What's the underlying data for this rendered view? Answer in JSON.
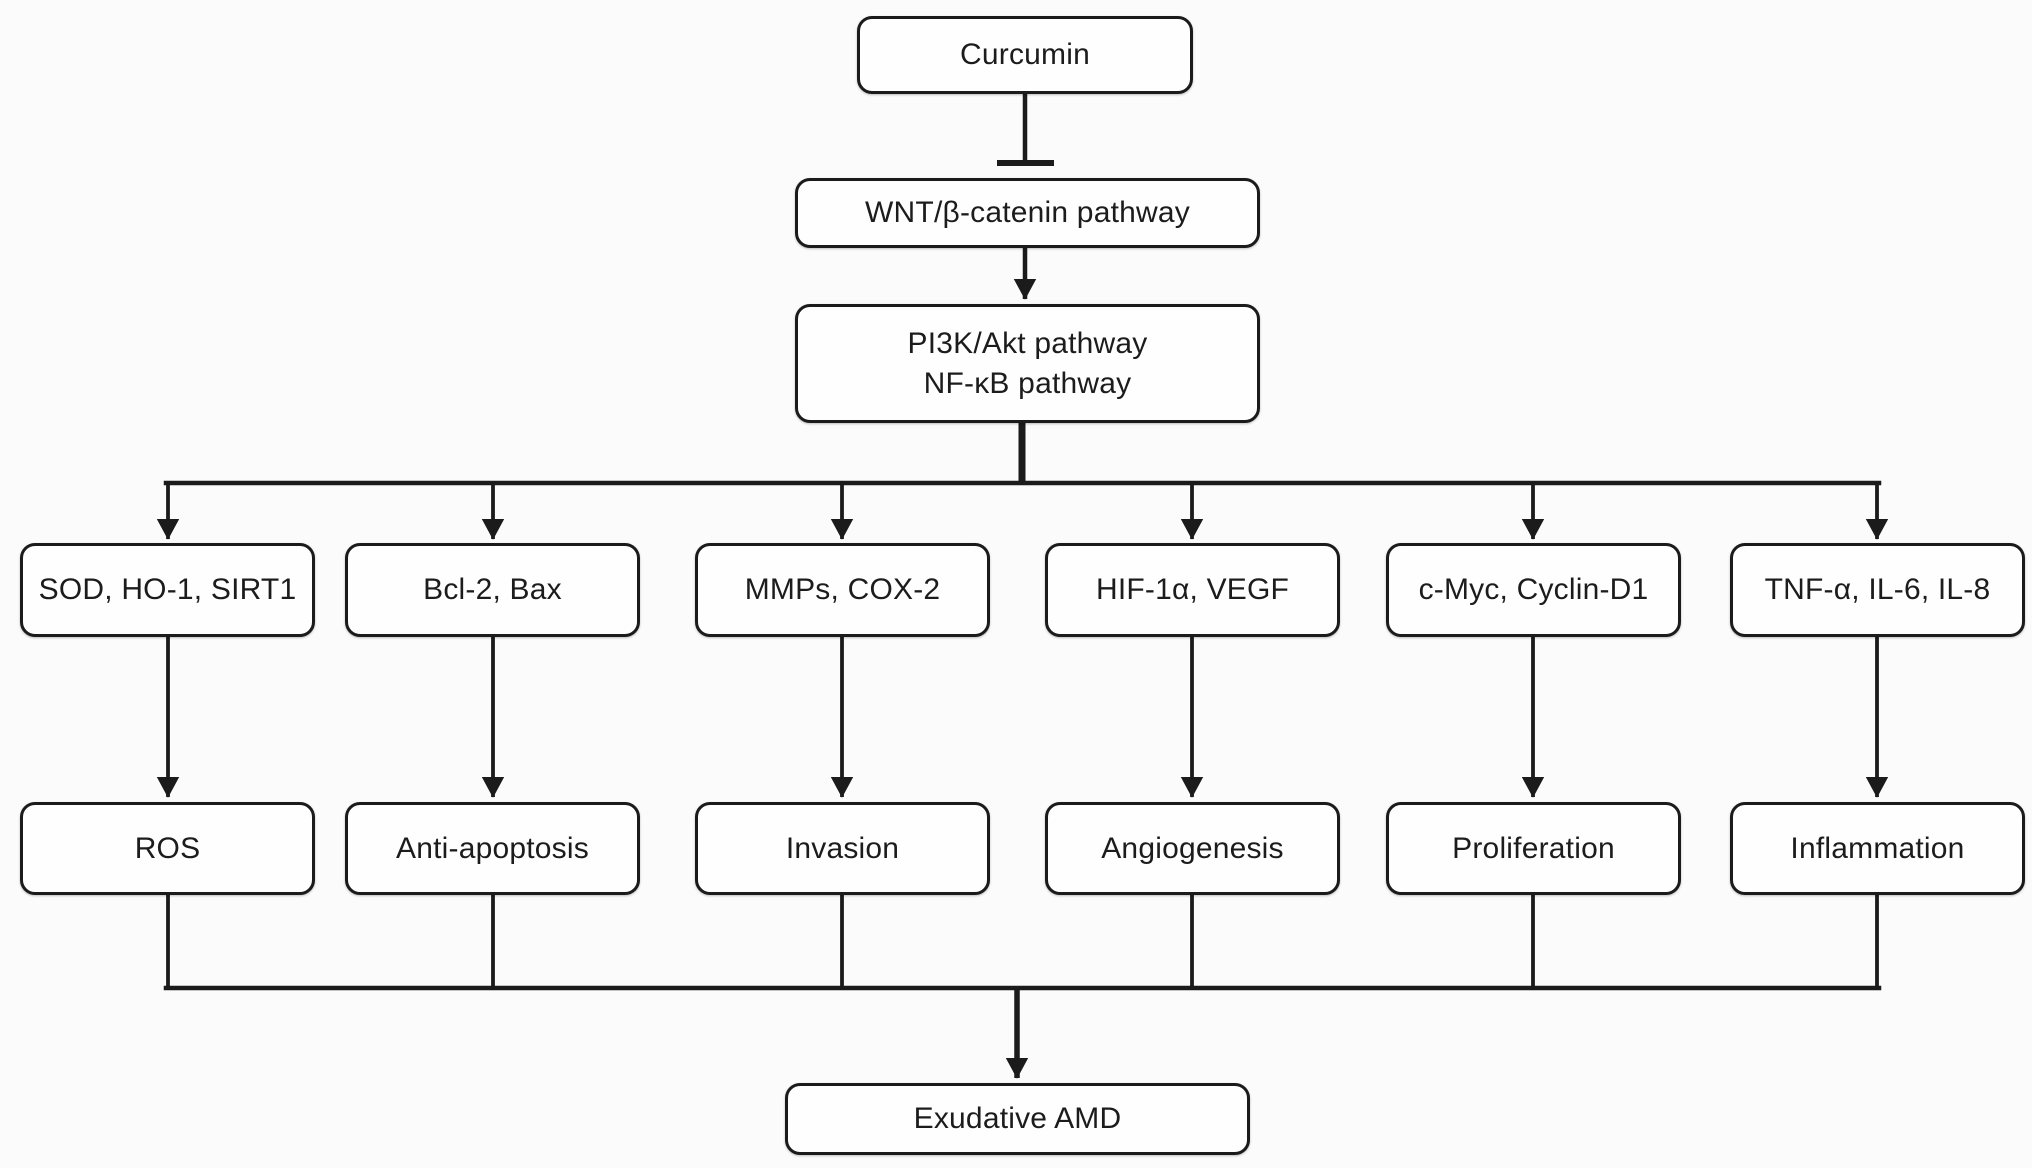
{
  "nodes": {
    "curcumin": "Curcumin",
    "wnt": "WNT/β-catenin pathway",
    "pi3k_line1": "PI3K/Akt pathway",
    "pi3k_line2": "NF-κB pathway",
    "outcome": "Exudative AMD"
  },
  "mediators": [
    "SOD, HO-1, SIRT1",
    "Bcl-2, Bax",
    "MMPs, COX-2",
    "HIF-1α, VEGF",
    "c-Myc, Cyclin-D1",
    "TNF-α, IL-6, IL-8"
  ],
  "processes": [
    "ROS",
    "Anti-apoptosis",
    "Invasion",
    "Angiogenesis",
    "Proliferation",
    "Inflammation"
  ],
  "colors": {
    "line": "#1b1b1b",
    "box_fill": "#fefefe",
    "background": "#fbfbfb"
  }
}
